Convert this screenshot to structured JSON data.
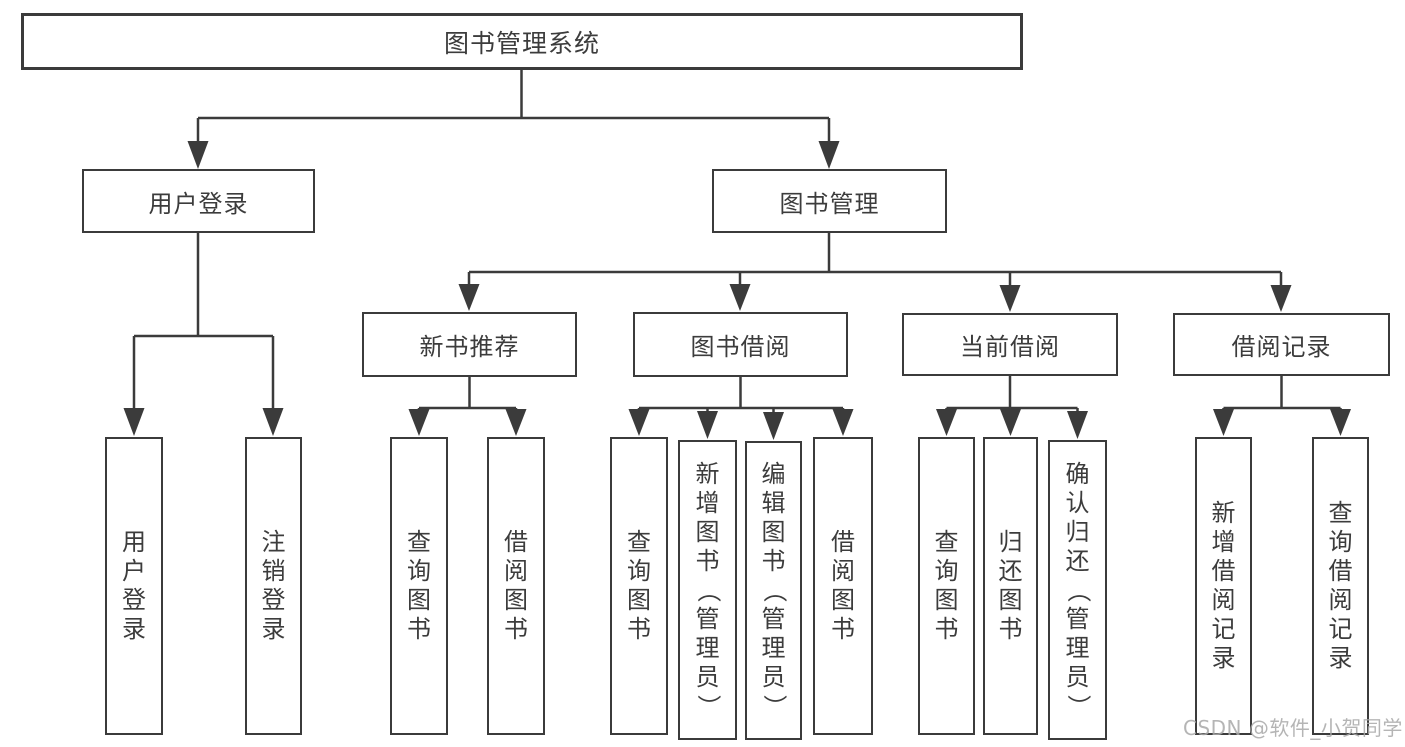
{
  "diagram": {
    "title": "图书管理系统",
    "root": {
      "label": "图书管理系统"
    },
    "level2": [
      {
        "label": "用户登录"
      },
      {
        "label": "图书管理"
      }
    ],
    "level3": [
      {
        "label": "新书推荐",
        "parent": "图书管理"
      },
      {
        "label": "图书借阅",
        "parent": "图书管理"
      },
      {
        "label": "当前借阅",
        "parent": "图书管理"
      },
      {
        "label": "借阅记录",
        "parent": "图书管理"
      }
    ],
    "leaves": [
      {
        "label": "用户登录",
        "parent": "用户登录"
      },
      {
        "label": "注销登录",
        "parent": "用户登录"
      },
      {
        "label": "查询图书",
        "parent": "新书推荐"
      },
      {
        "label": "借阅图书",
        "parent": "新书推荐"
      },
      {
        "label": "查询图书",
        "parent": "图书借阅"
      },
      {
        "label": "新增图书（管理员）",
        "parent": "图书借阅"
      },
      {
        "label": "编辑图书（管理员）",
        "parent": "图书借阅"
      },
      {
        "label": "借阅图书",
        "parent": "图书借阅"
      },
      {
        "label": "查询图书",
        "parent": "当前借阅"
      },
      {
        "label": "归还图书",
        "parent": "当前借阅"
      },
      {
        "label": "确认归还（管理员）",
        "parent": "当前借阅"
      },
      {
        "label": "新增借阅记录",
        "parent": "借阅记录"
      },
      {
        "label": "查询借阅记录",
        "parent": "借阅记录"
      }
    ]
  },
  "watermark": {
    "text": "CSDN @软件_小贺同学"
  },
  "colors": {
    "line": "#3b3b3b",
    "text": "#3c3c3c",
    "box_background": "#ffffff",
    "watermark": "#a9a9a9",
    "page_background": "#ffffff"
  }
}
